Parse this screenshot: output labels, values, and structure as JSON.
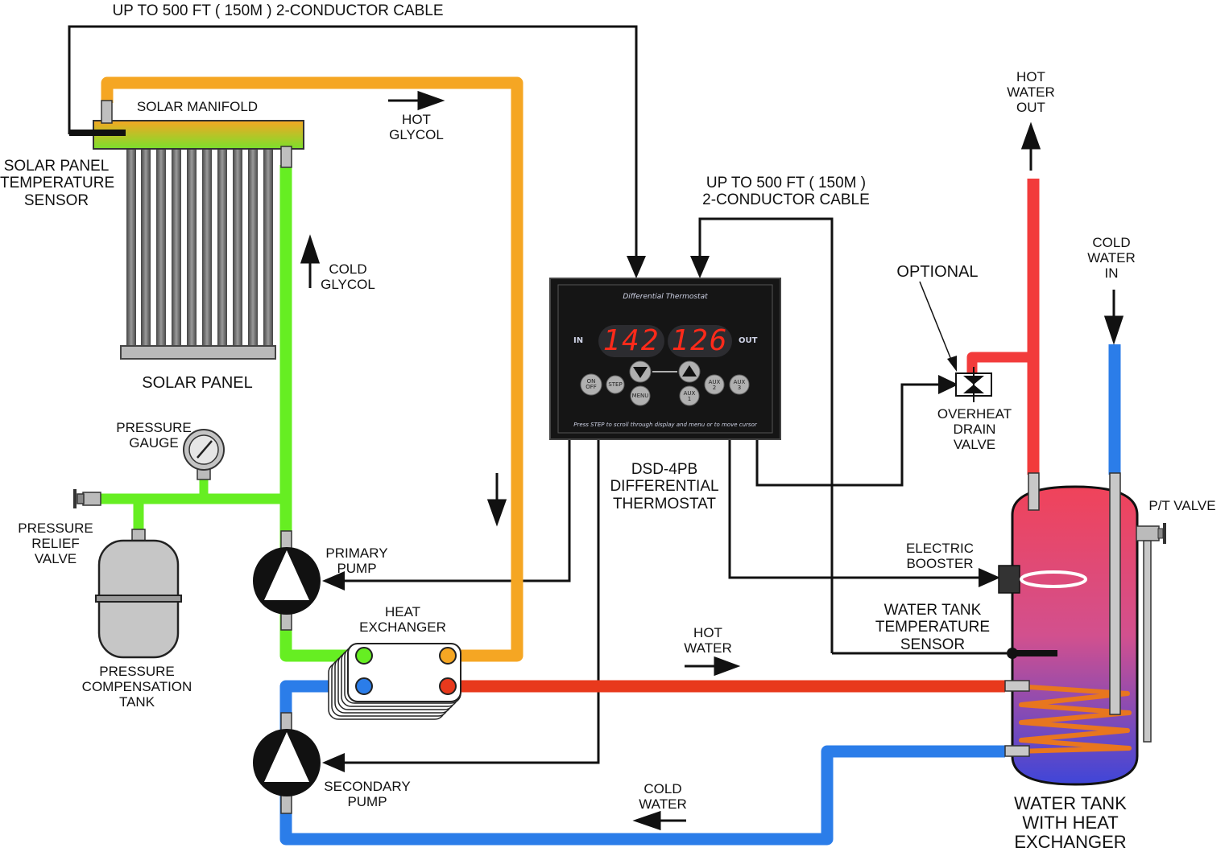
{
  "labels": {
    "cable_top": "UP TO 500 FT ( 150M ) 2-CONDUCTOR CABLE",
    "solar_manifold": "SOLAR MANIFOLD",
    "hot_glycol": "HOT\nGLYCOL",
    "solar_panel_temp_sensor": "SOLAR PANEL\nTEMPERATURE\nSENSOR",
    "cold_glycol": "COLD\nGLYCOL",
    "solar_panel": "SOLAR PANEL",
    "pressure_gauge": "PRESSURE\nGAUGE",
    "pressure_relief_valve": "PRESSURE\nRELIEF\nVALVE",
    "primary_pump": "PRIMARY\nPUMP",
    "heat_exchanger": "HEAT\nEXCHANGER",
    "pressure_compensation_tank": "PRESSURE\nCOMPENSATION\nTANK",
    "secondary_pump": "SECONDARY\nPUMP",
    "cable_mid": "UP TO 500 FT ( 150M )\n2-CONDUCTOR CABLE",
    "thermostat_name": "DSD-4PB\nDIFFERENTIAL\nTHERMOSTAT",
    "hot_water": "HOT\nWATER",
    "cold_water": "COLD\nWATER",
    "optional": "OPTIONAL",
    "overheat_drain_valve": "OVERHEAT\nDRAIN\nVALVE",
    "hot_water_out": "HOT\nWATER\nOUT",
    "cold_water_in": "COLD\nWATER\nIN",
    "pt_valve": "P/T VALVE",
    "electric_booster": "ELECTRIC\nBOOSTER",
    "water_tank_temp_sensor": "WATER TANK\nTEMPERATURE\nSENSOR",
    "water_tank": "WATER TANK\nWITH HEAT\nEXCHANGER"
  },
  "device": {
    "title": "Differential Thermostat",
    "in_label": "IN",
    "out_label": "OUT",
    "in_value": "142",
    "out_value": "126",
    "buttons": {
      "on_off": "ON\nOFF",
      "step": "STEP",
      "menu": "MENU",
      "aux1": "AUX\n1",
      "aux2": "AUX\n2",
      "aux3": "AUX\n3"
    },
    "footer": "Press STEP to scroll through display and menu or to move cursor"
  },
  "colors": {
    "hot_glycol": "#f5a623",
    "cold_glycol": "#66ee22",
    "hot_water": "#e8391c",
    "cold_water": "#2b7de9",
    "hot_out": "#f23b3b",
    "wire": "#111111",
    "display_red": "#ff2a1a"
  }
}
